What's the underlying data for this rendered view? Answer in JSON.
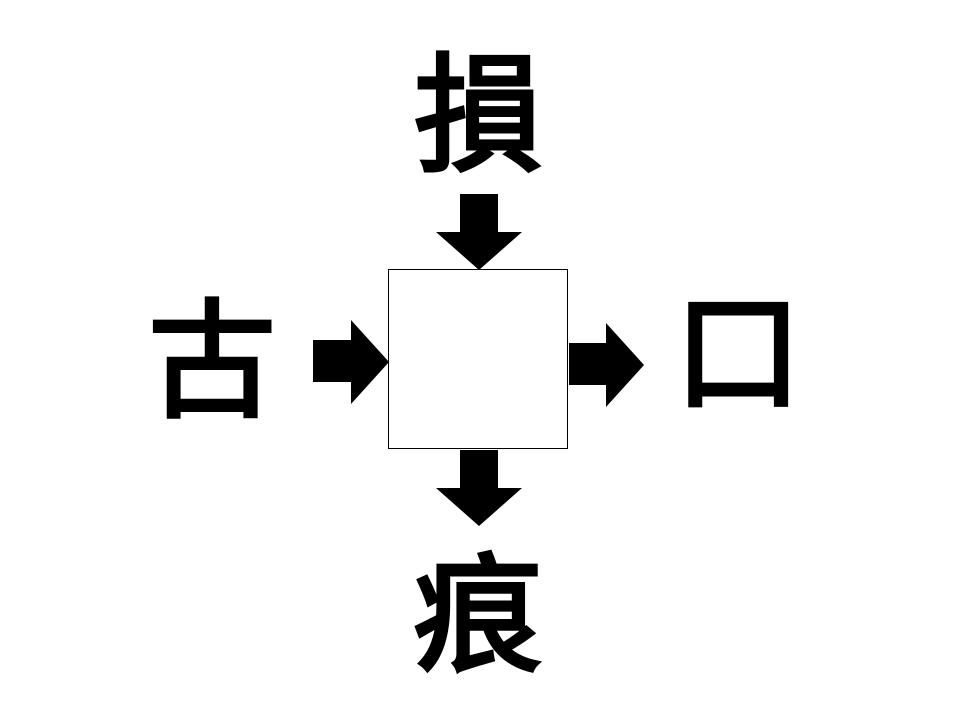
{
  "puzzle": {
    "top": "損",
    "left": "古",
    "right": "口",
    "bottom": "痕",
    "answer": ""
  },
  "colors": {
    "ink": "#000000",
    "background": "#ffffff"
  }
}
